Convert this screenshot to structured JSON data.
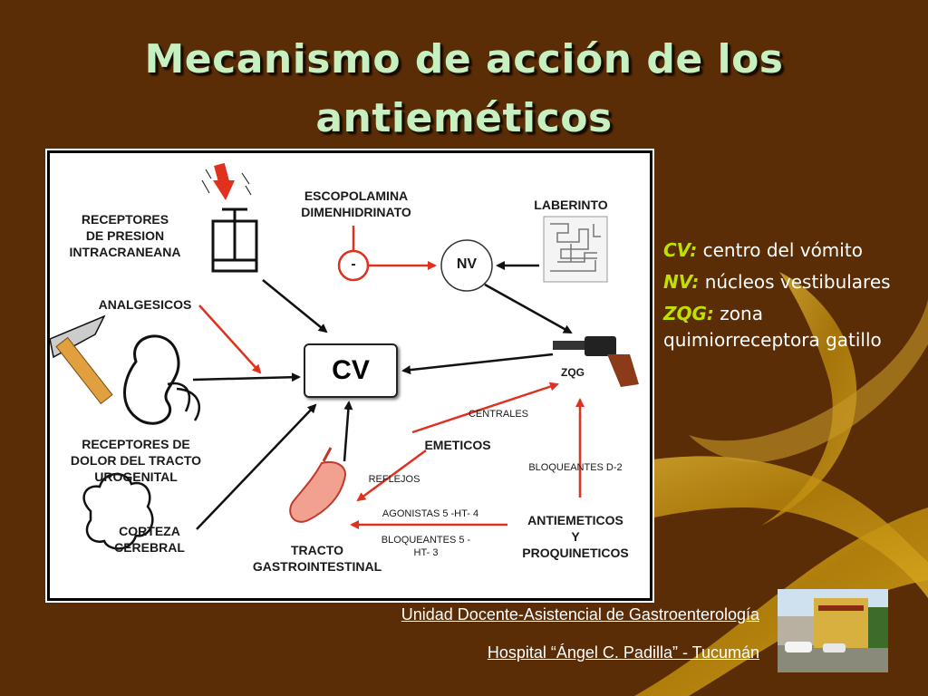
{
  "title": {
    "line1": "Mecanismo de acción de los",
    "line2": "antieméticos"
  },
  "diagram": {
    "cv_label": "CV",
    "nv_label": "NV",
    "minus_label": "-",
    "zqg_label": "ZQG",
    "receptores_presion": [
      "RECEPTORES",
      "DE PRESION",
      "INTRACRANEANA"
    ],
    "escopolamina": [
      "ESCOPOLAMINA",
      "DIMENHIDRINATO"
    ],
    "laberinto": "LABERINTO",
    "analgesicos": "ANALGESICOS",
    "receptores_dolor": [
      "RECEPTORES DE",
      "DOLOR DEL TRACTO",
      "UROGENITAL"
    ],
    "corteza": [
      "CORTEZA",
      "CEREBRAL"
    ],
    "tracto": [
      "TRACTO",
      "GASTROINTESTINAL"
    ],
    "emeticos": "EMETICOS",
    "centrales": "CENTRALES",
    "reflejos": "REFLEJOS",
    "agonistas": "AGONISTAS 5 -HT- 4",
    "bloqueantes_5ht3": [
      "BLOQUEANTES 5 -",
      "HT- 3"
    ],
    "bloqueantes_d2": "BLOQUEANTES D-2",
    "antiemeticos": [
      "ANTIEMETICOS",
      "Y",
      "PROQUINETICOS"
    ]
  },
  "legend": [
    {
      "key": "CV:",
      "text": "centro del vómito"
    },
    {
      "key": "NV:",
      "text": "núcleos vestibulares"
    },
    {
      "key": "ZQG:",
      "text": "zona quimiorreceptora gatillo"
    }
  ],
  "footer": {
    "line1": "Unidad Docente-Asistencial de Gastroenterología",
    "line2": "Hospital “Ángel C. Padilla” - Tucumán"
  },
  "colors": {
    "background": "#5a2d07",
    "title": "#c6f0c0",
    "legend_key": "#bfe000",
    "arrow_red": "#e0301e",
    "arrow_black": "#111111"
  }
}
